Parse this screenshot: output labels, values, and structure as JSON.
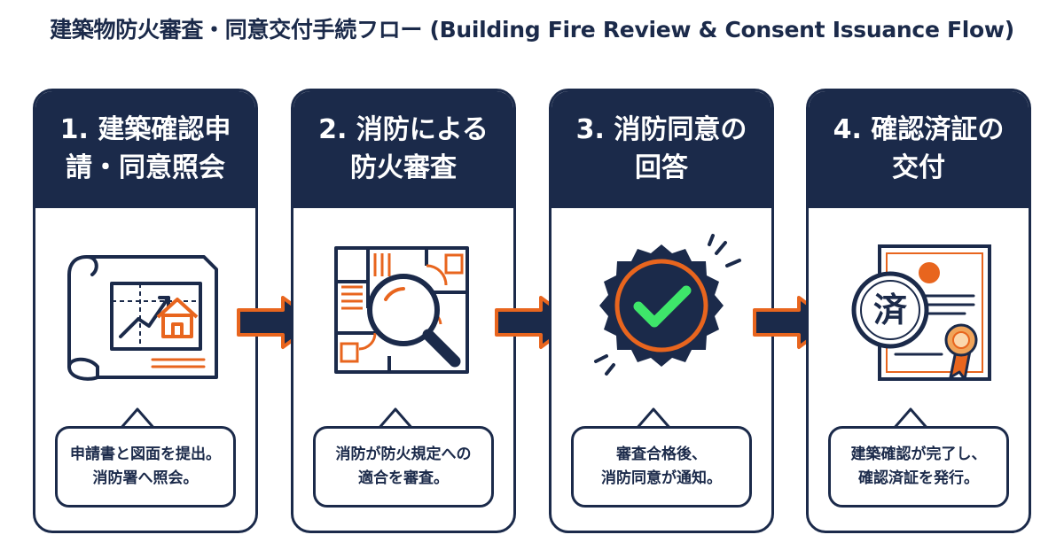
{
  "title": "建築物防火審査・同意交付手続フロー (Building Fire Review & Consent Issuance Flow)",
  "colors": {
    "navy": "#1b2a4a",
    "orange": "#e8651e",
    "green": "#3ee66a",
    "white": "#ffffff"
  },
  "steps": [
    {
      "heading": "1. 建築確認申\n請・同意照会",
      "description": "申請書と図面を提出。\n消防署へ照会。",
      "icon": "blueprint-house-icon"
    },
    {
      "heading": "2. 消防による\n防火審査",
      "description": "消防が防火規定への\n適合を審査。",
      "icon": "floorplan-magnifier-icon"
    },
    {
      "heading": "3. 消防同意の\n回答",
      "description": "審査合格後、\n消防同意が通知。",
      "icon": "checkmark-seal-icon"
    },
    {
      "heading": "4. 確認済証の\n交付",
      "description": "建築確認が完了し、\n確認済証を発行。",
      "icon": "certificate-icon",
      "stamp_text": "済"
    }
  ]
}
